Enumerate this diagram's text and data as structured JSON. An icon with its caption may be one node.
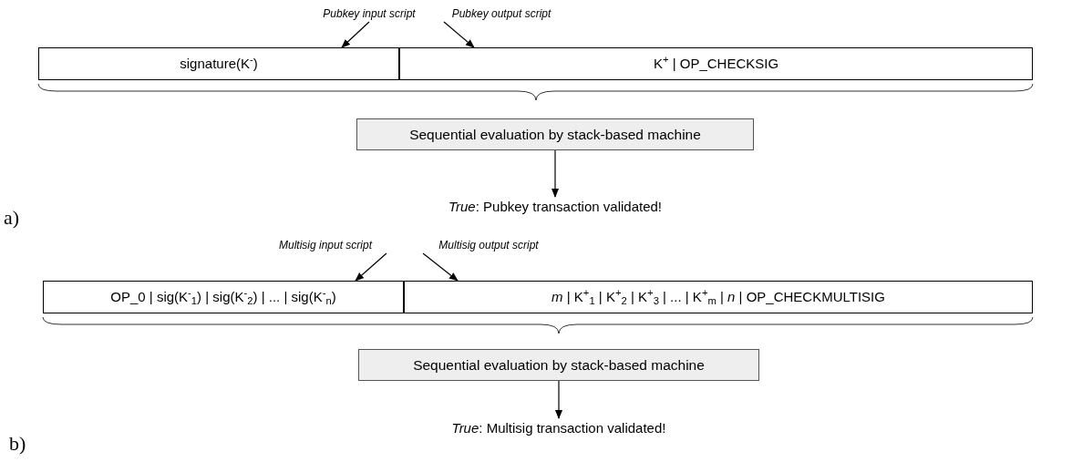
{
  "diagram": {
    "nodes": [
      {
        "text": [
          "Pubkey input script"
        ]
      },
      {
        "text": [
          "Pubkey output script"
        ]
      },
      {
        "text": [
          "signature(K$^{-}$)"
        ]
      },
      {
        "text": [
          "K$^{+}$ | OP_CHECKSIG"
        ]
      },
      {
        "text": [
          "Sequential evaluation by stack-based machine"
        ]
      },
      {
        "text": [
          "*True*: Pubkey transaction validated!"
        ]
      },
      {
        "text": [
          "Multisig input script"
        ]
      },
      {
        "text": [
          "Multisig output script"
        ]
      },
      {
        "text": [
          "OP_0 | sig(K$^{-}$$_{1}$) | sig(K$^{-}$$_{2}$) | ... | sig(K$^{-}$$_{n}$)"
        ]
      },
      {
        "text": [
          "*m* | K$^{+}$$_{1}$ | K$^{+}$$_{2}$ | K$^{+}$$_{3}$ | ... | K$^{+}$$_{m}$ | *n* | OP_CHECKMULTISIG"
        ]
      },
      {
        "text": [
          "Sequential evaluation by stack-based machine"
        ]
      },
      {
        "text": [
          "*True*: Multisig transaction validated!"
        ]
      }
    ],
    "edges": [
      {
        "from": 0,
        "to": 2,
        "arrow": "to"
      },
      {
        "from": 1,
        "to": 3,
        "arrow": "to"
      },
      {
        "from": 4,
        "to": 5,
        "arrow": "to"
      },
      {
        "from": 6,
        "to": 8,
        "arrow": "to"
      },
      {
        "from": 7,
        "to": 9,
        "arrow": "to"
      },
      {
        "from": 10,
        "to": 11,
        "arrow": "to"
      }
    ],
    "labels": [
      "a)",
      "b)"
    ]
  }
}
